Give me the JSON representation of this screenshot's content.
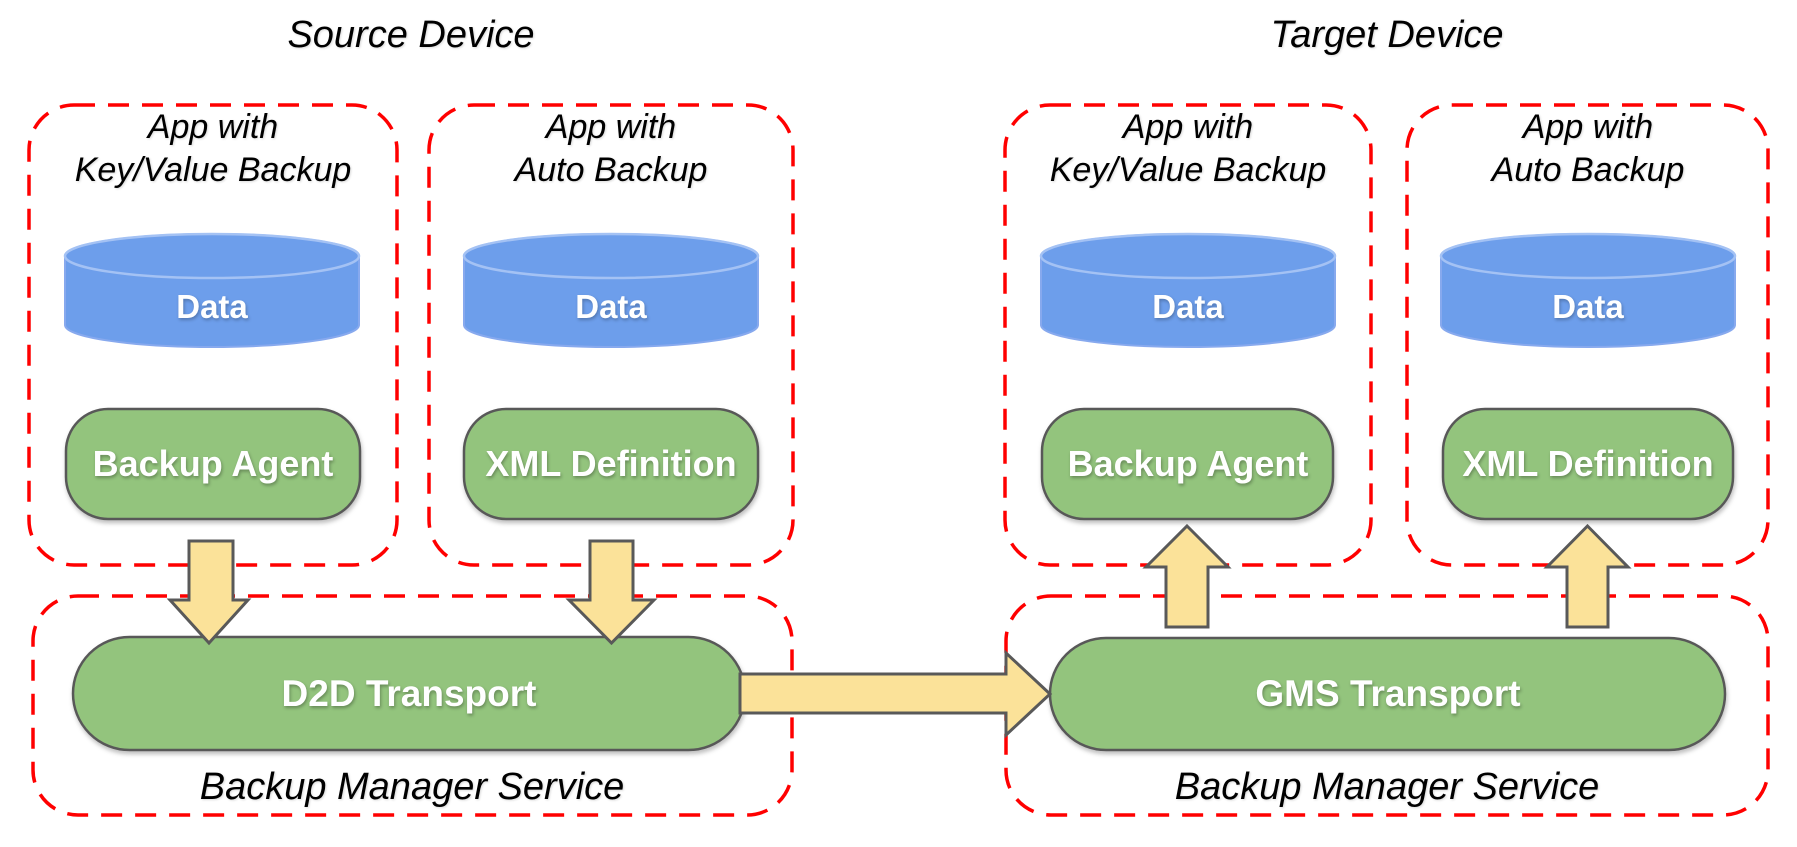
{
  "colors": {
    "boundary_red": "#FF0000",
    "data_blue": "#6D9EEB",
    "data_blue_rim": "#A4C2F4",
    "component_green": "#93C47D",
    "arrow_yellow": "#FBE299",
    "outline_gray": "#595959",
    "shape_text_white": "#FFFFFF",
    "label_text_black": "#000000"
  },
  "source": {
    "title": "Source Device",
    "apps": [
      {
        "name": "App with\nKey/Value Backup",
        "data": "Data",
        "component": "Backup Agent"
      },
      {
        "name": "App with\nAuto Backup",
        "data": "Data",
        "component": "XML Definition"
      }
    ],
    "service": {
      "transport": "D2D Transport",
      "name": "Backup Manager Service"
    }
  },
  "target": {
    "title": "Target Device",
    "apps": [
      {
        "name": "App with\nKey/Value Backup",
        "data": "Data",
        "component": "Backup Agent"
      },
      {
        "name": "App with\nAuto Backup",
        "data": "Data",
        "component": "XML Definition"
      }
    ],
    "service": {
      "transport": "GMS Transport",
      "name": "Backup Manager Service"
    }
  }
}
